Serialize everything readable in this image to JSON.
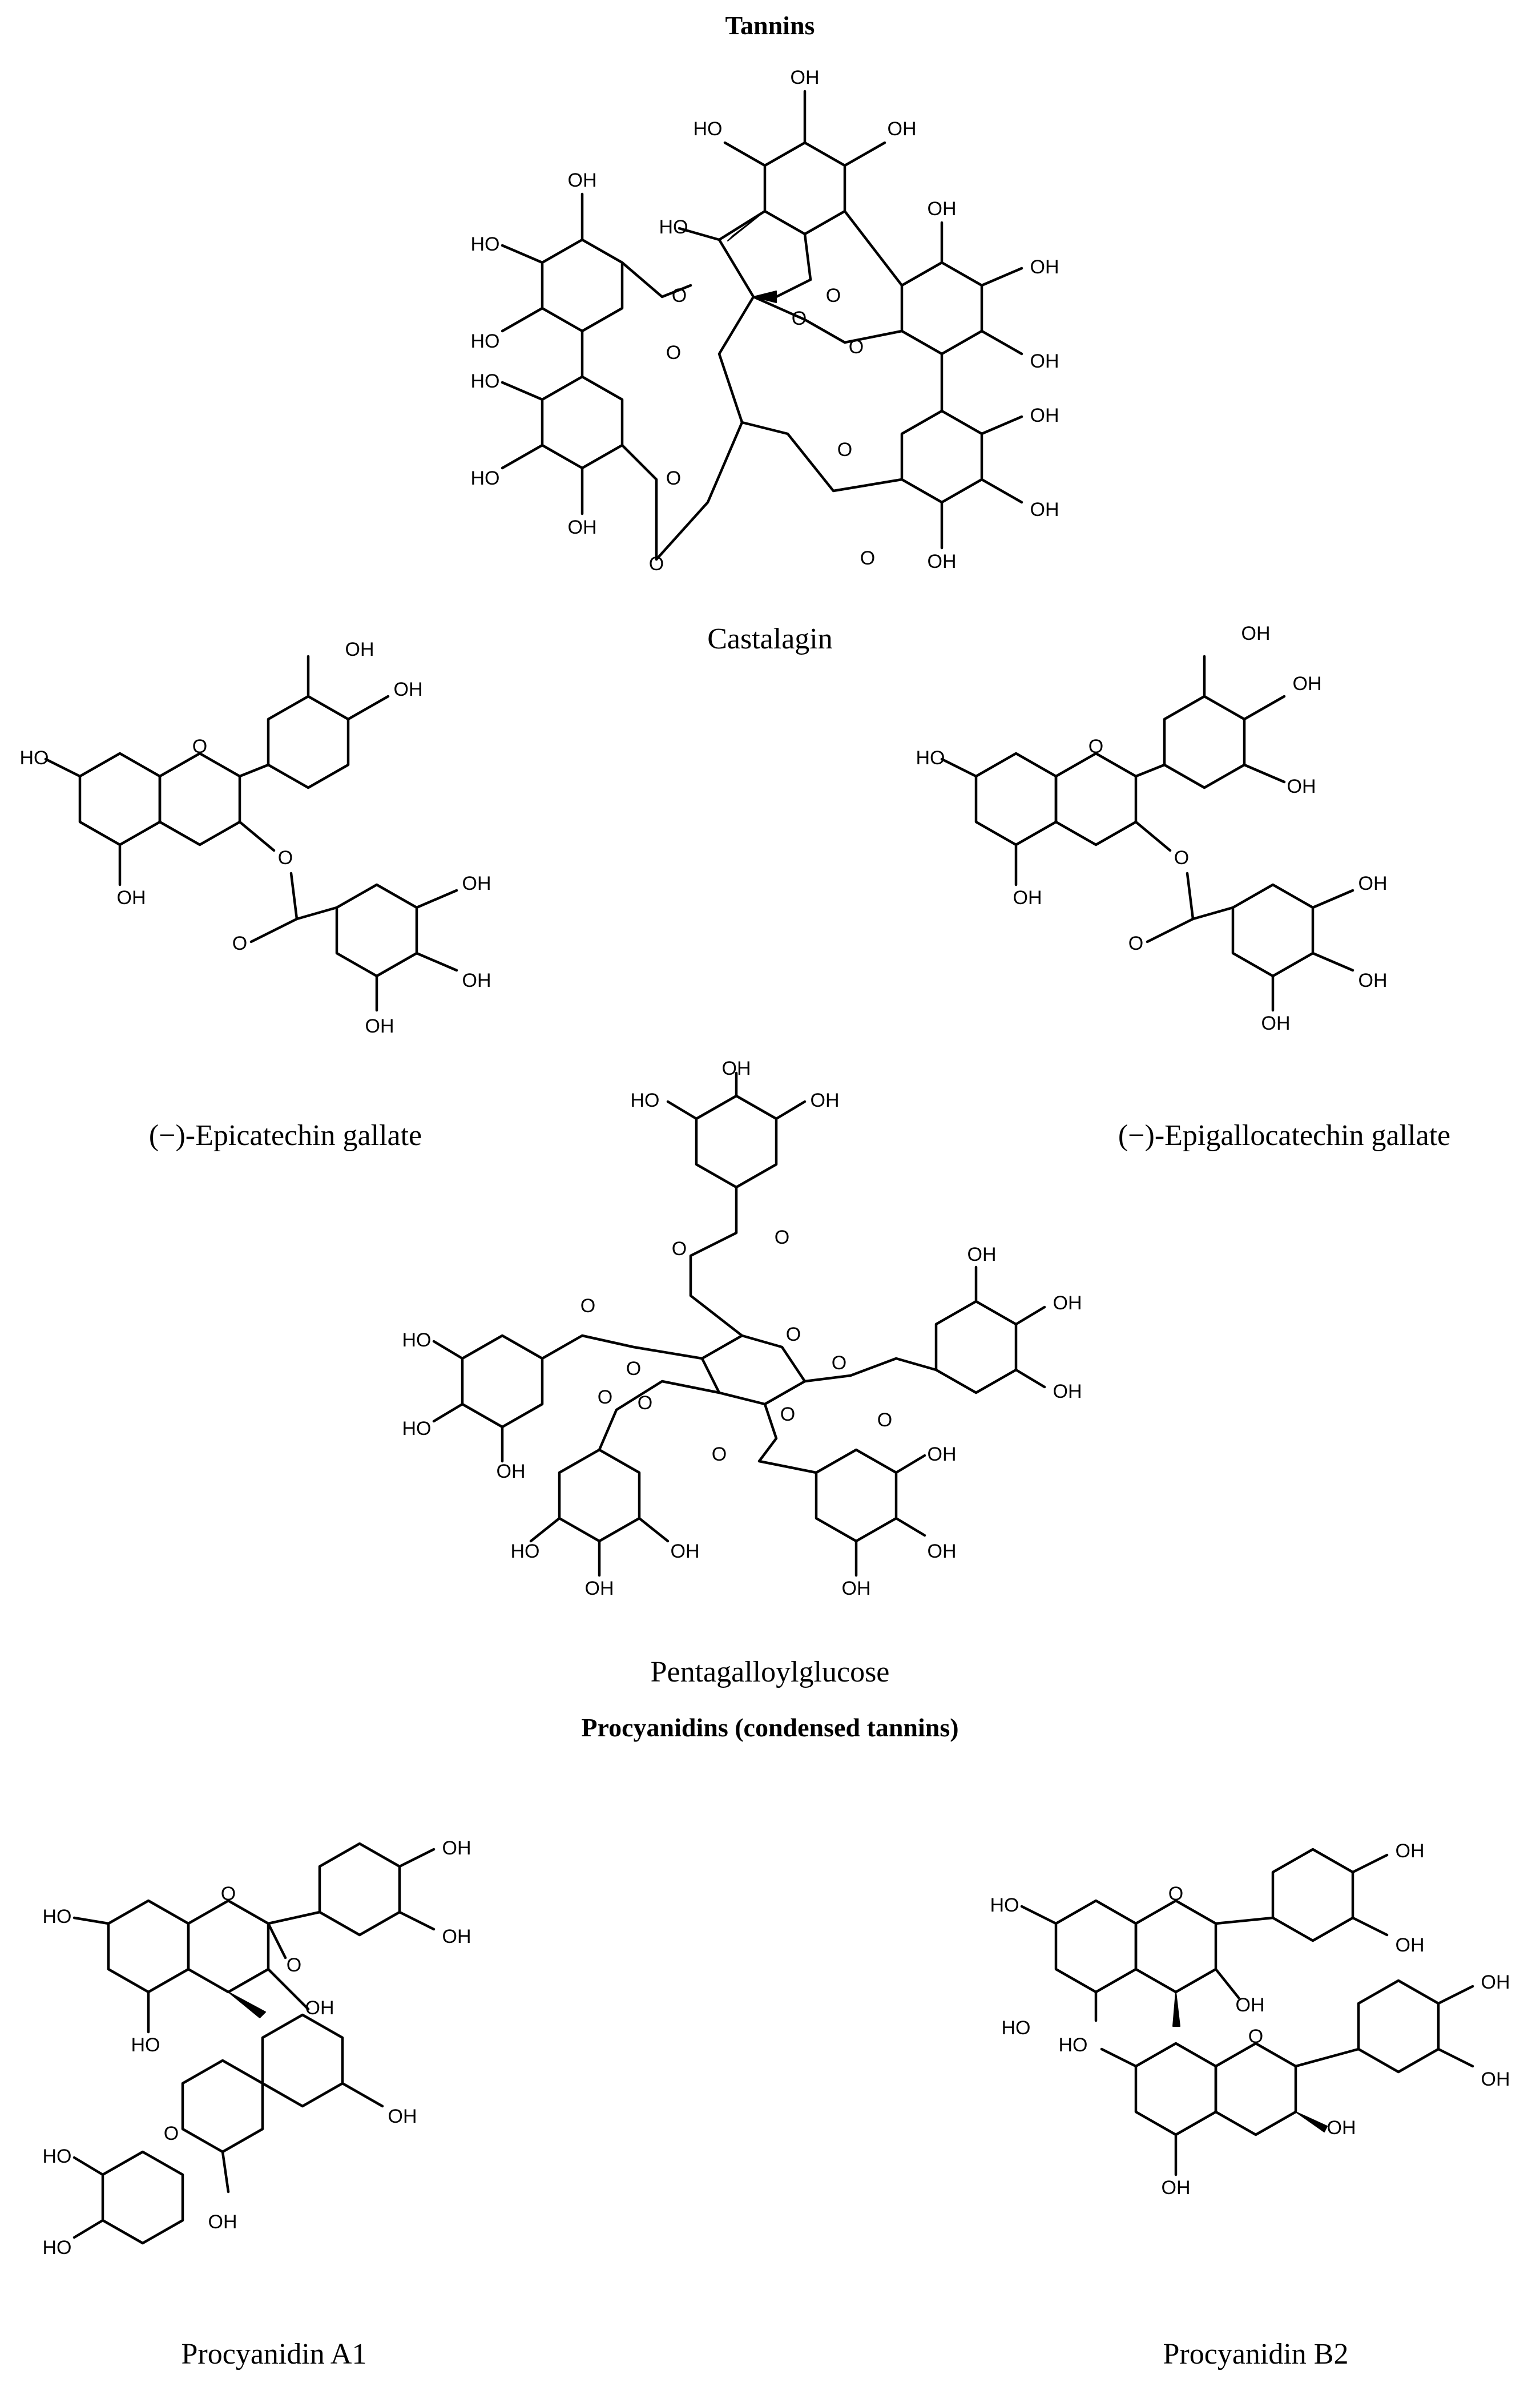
{
  "sections": {
    "tannins_title": "Tannins",
    "procyanidins_title": "Procyanidins (condensed tannins)"
  },
  "compounds": {
    "castalagin": "Castalagin",
    "epicatechin_gallate": "(−)-Epicatechin gallate",
    "epigallocatechin_gallate": "(−)-Epigallocatechin gallate",
    "pentagalloylglucose": "Pentagalloylglucose",
    "procyanidin_a1": "Procyanidin A1",
    "procyanidin_b2": "Procyanidin B2"
  },
  "atom_labels": {
    "hydroxyl": "OH",
    "hydroxyl_left": "HO",
    "oxygen": "O"
  }
}
